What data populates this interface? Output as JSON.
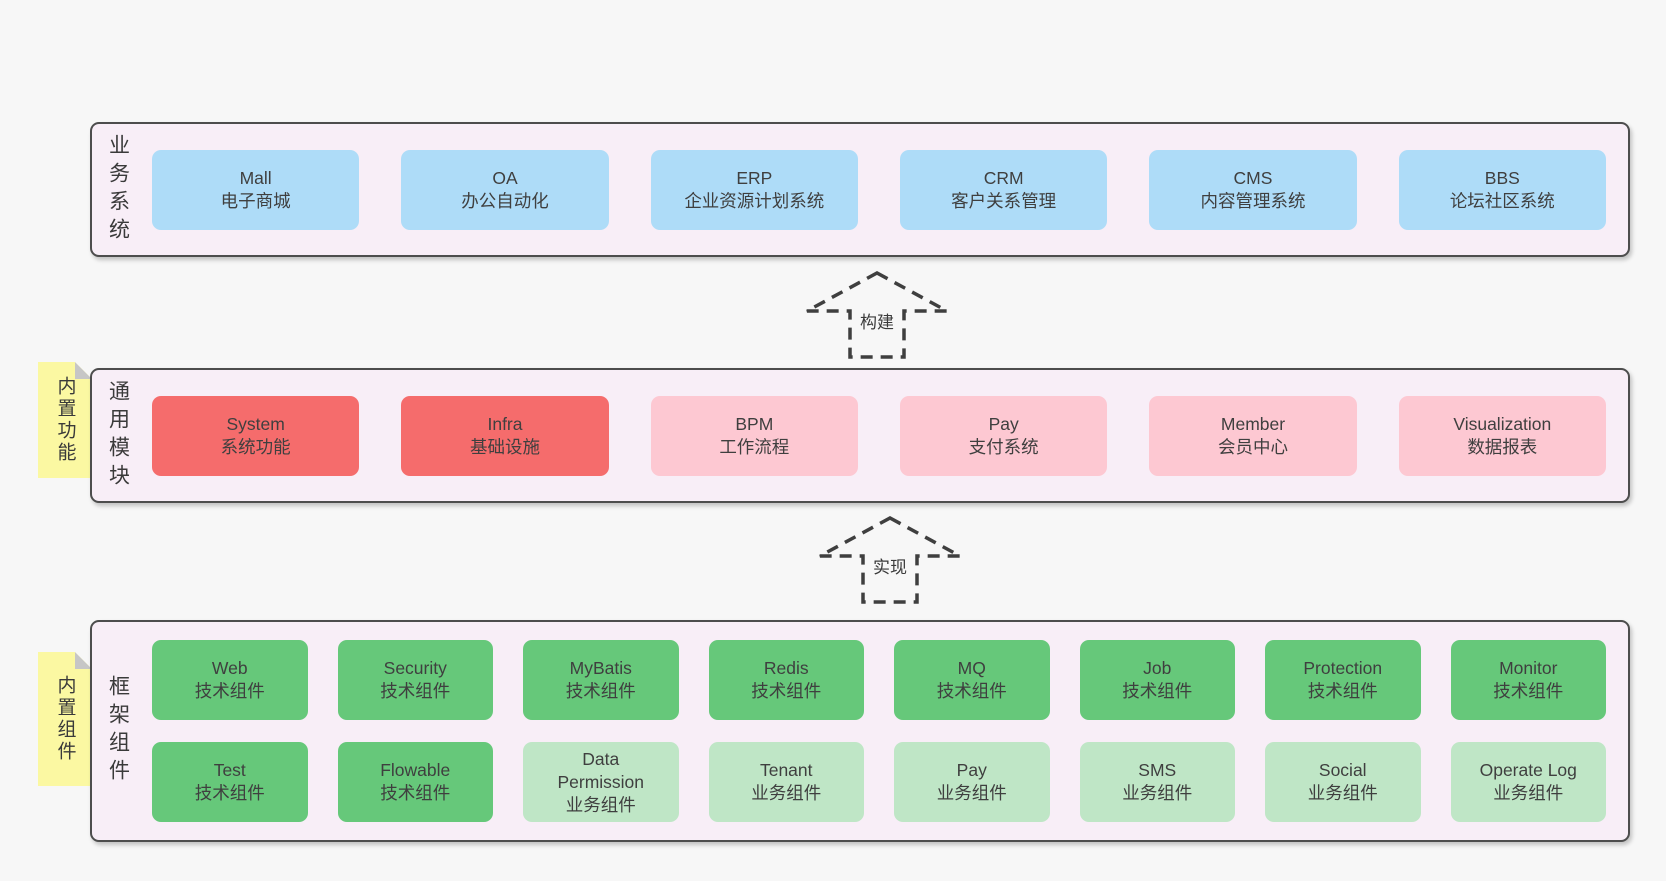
{
  "diagram": {
    "bands": [
      {
        "label": "业务系统",
        "boxes": [
          {
            "en": "Mall",
            "zh": "电子商城"
          },
          {
            "en": "OA",
            "zh": "办公自动化"
          },
          {
            "en": "ERP",
            "zh": "企业资源计划系统"
          },
          {
            "en": "CRM",
            "zh": "客户关系管理"
          },
          {
            "en": "CMS",
            "zh": "内容管理系统"
          },
          {
            "en": "BBS",
            "zh": "论坛社区系统"
          }
        ]
      },
      {
        "label": "通用模块",
        "sticky": "内置功能",
        "boxes": [
          {
            "en": "System",
            "zh": "系统功能"
          },
          {
            "en": "Infra",
            "zh": "基础设施"
          },
          {
            "en": "BPM",
            "zh": "工作流程"
          },
          {
            "en": "Pay",
            "zh": "支付系统"
          },
          {
            "en": "Member",
            "zh": "会员中心"
          },
          {
            "en": "Visualization",
            "zh": "数据报表"
          }
        ]
      },
      {
        "label": "框架组件",
        "sticky": "内置组件",
        "boxes": [
          {
            "en": "Web",
            "zh": "技术组件"
          },
          {
            "en": "Security",
            "zh": "技术组件"
          },
          {
            "en": "MyBatis",
            "zh": "技术组件"
          },
          {
            "en": "Redis",
            "zh": "技术组件"
          },
          {
            "en": "MQ",
            "zh": "技术组件"
          },
          {
            "en": "Job",
            "zh": "技术组件"
          },
          {
            "en": "Protection",
            "zh": "技术组件"
          },
          {
            "en": "Monitor",
            "zh": "技术组件"
          },
          {
            "en": "Test",
            "zh": "技术组件"
          },
          {
            "en": "Flowable",
            "zh": "技术组件"
          },
          {
            "en": "Data Permission",
            "zh": "业务组件"
          },
          {
            "en": "Tenant",
            "zh": "业务组件"
          },
          {
            "en": "Pay",
            "zh": "业务组件"
          },
          {
            "en": "SMS",
            "zh": "业务组件"
          },
          {
            "en": "Social",
            "zh": "业务组件"
          },
          {
            "en": "Operate Log",
            "zh": "业务组件"
          }
        ]
      }
    ],
    "arrows": [
      {
        "label": "构建"
      },
      {
        "label": "实现"
      }
    ],
    "colors": {
      "page_bg": "#f7f7f7",
      "band_bg": "#f8eef7",
      "band_border": "#4d4d4d",
      "blue_box": "#aedcf8",
      "red_box": "#f56c6c",
      "pink_box": "#fdc8d2",
      "green_box": "#66c87a",
      "light_green_box": "#bfe6c6",
      "sticky_yellow": "#fbf8a2",
      "text": "#3f3f3f"
    }
  }
}
